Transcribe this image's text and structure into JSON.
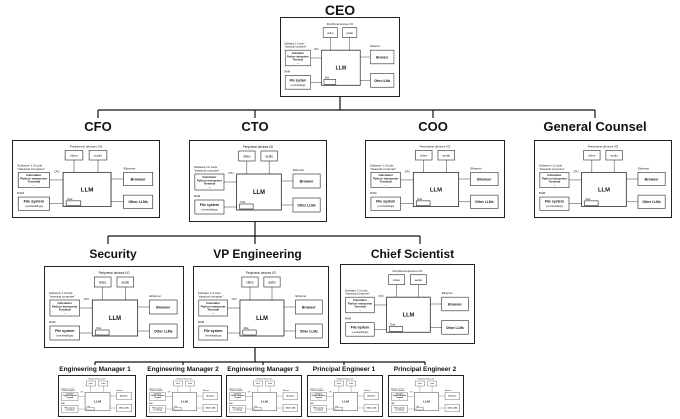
{
  "node_labels": {
    "peripheral": "Peripheral devices I/O",
    "video": "video",
    "audio": "audio",
    "software": "Software 1.0 tools\n\"classical computer\"",
    "calculator": "Calculator\nPython interpreter\nTerminal\n...",
    "cpu": "CPU",
    "ram": "RAM",
    "ethernet": "Ethernet",
    "browser": "Browser",
    "llm": "LLM",
    "disk": "Disk",
    "file_system": "File system",
    "embeddings": "(+embeddings)",
    "other_llms": "Other LLMs"
  },
  "roles": {
    "ceo": "CEO",
    "cfo": "CFO",
    "cto": "CTO",
    "coo": "COO",
    "general_counsel": "General Counsel",
    "security": "Security",
    "vp_engineering": "VP Engineering",
    "chief_scientist": "Chief Scientist",
    "em1": "Engineering Manager 1",
    "em2": "Engineering Manager 2",
    "em3": "Engineering Manager 3",
    "pe1": "Principal Engineer 1",
    "pe2": "Principal Engineer 2"
  }
}
